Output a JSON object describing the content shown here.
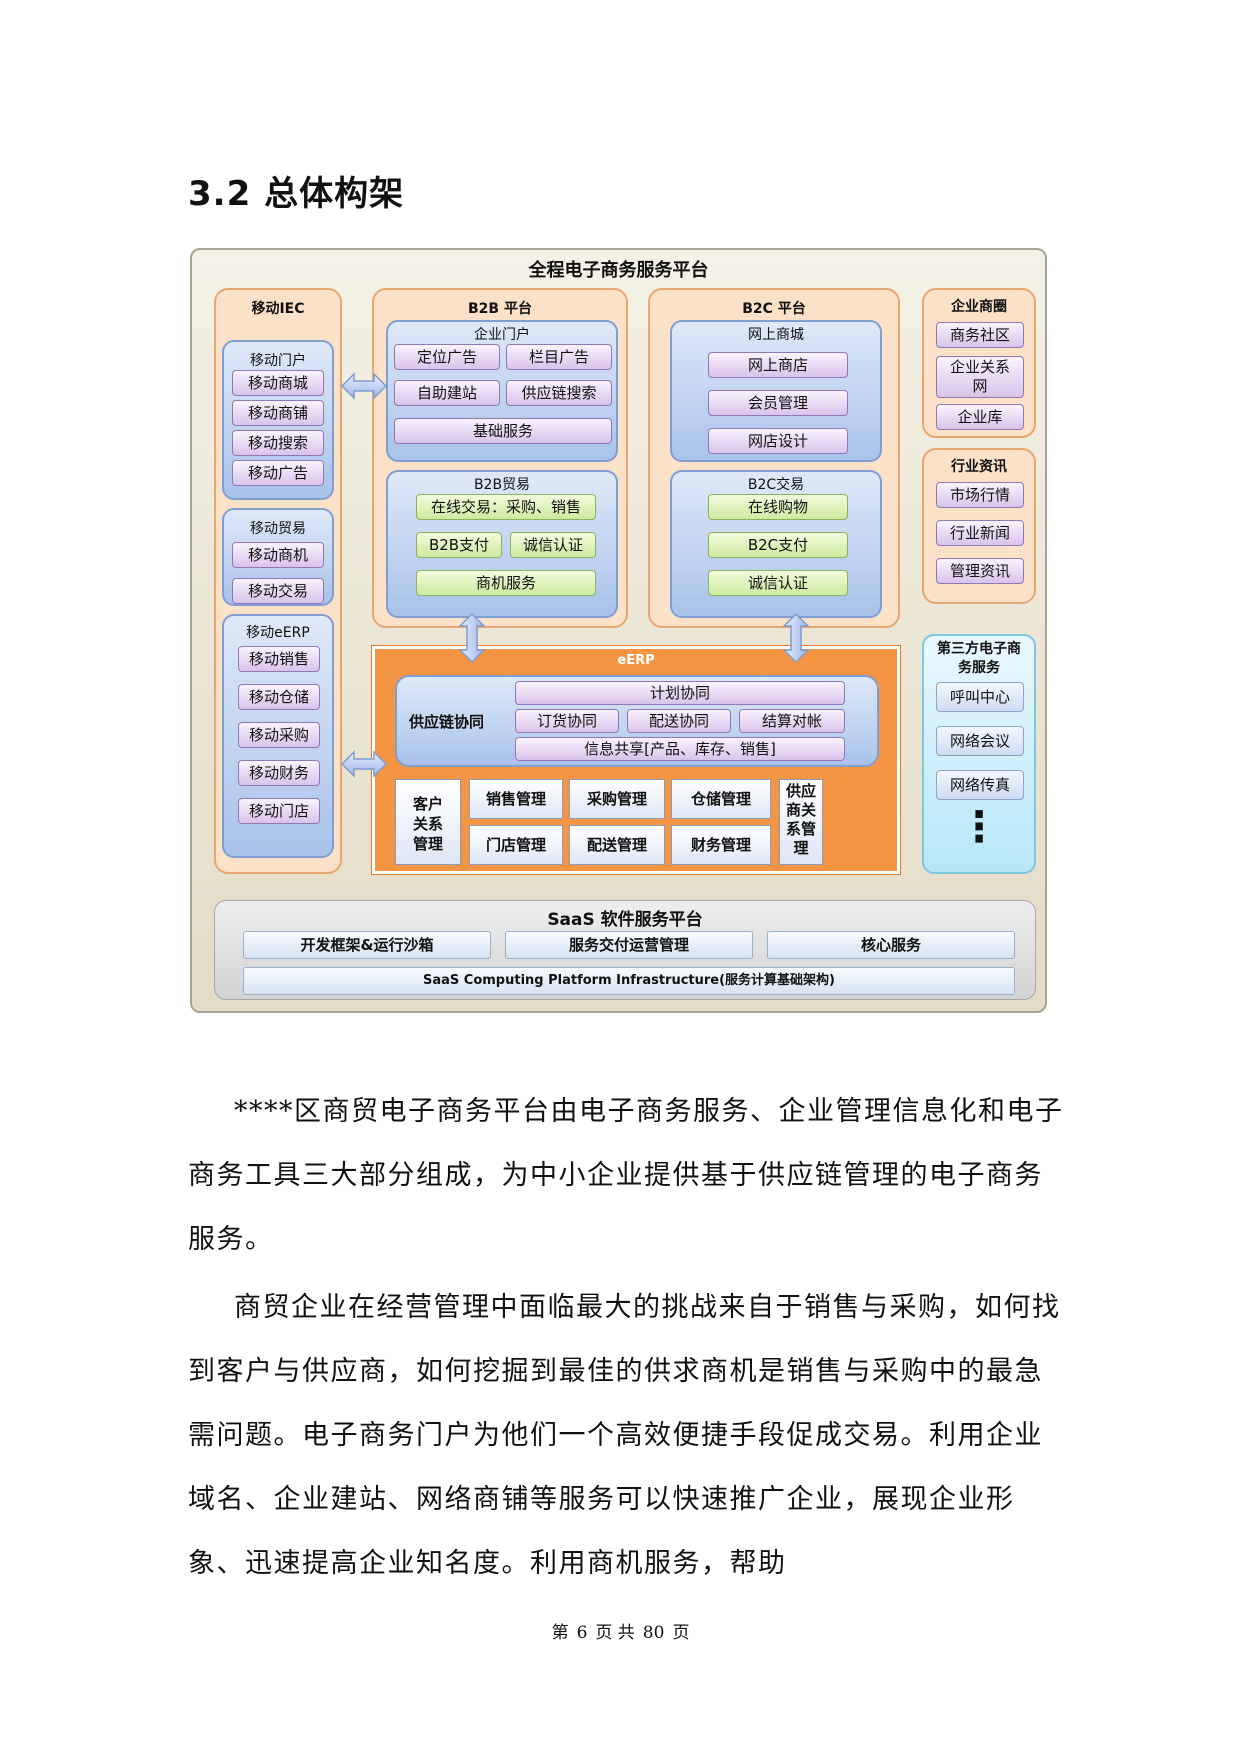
{
  "heading": "3.2 总体构架",
  "diagram": {
    "title": "全程电子商务服务平台",
    "mobile": {
      "title": "移动IEC",
      "portal": {
        "title": "移动门户",
        "items": [
          "移动商城",
          "移动商铺",
          "移动搜索",
          "移动广告"
        ]
      },
      "trade": {
        "title": "移动贸易",
        "items": [
          "移动商机",
          "移动交易"
        ]
      },
      "eerp": {
        "title": "移动eERP",
        "items": [
          "移动销售",
          "移动仓储",
          "移动采购",
          "移动财务",
          "移动门店"
        ]
      }
    },
    "b2b": {
      "title": "B2B 平台",
      "portal": {
        "title": "企业门户",
        "items": [
          "定位广告",
          "栏目广告",
          "自助建站",
          "供应链搜索",
          "基础服务"
        ]
      },
      "trade": {
        "title": "B2B贸易",
        "items": [
          "在线交易：采购、销售",
          "B2B支付",
          "诚信认证",
          "商机服务"
        ]
      }
    },
    "b2c": {
      "title": "B2C 平台",
      "mall": {
        "title": "网上商城",
        "items": [
          "网上商店",
          "会员管理",
          "网店设计"
        ]
      },
      "trade": {
        "title": "B2C交易",
        "items": [
          "在线购物",
          "B2C支付",
          "诚信认证"
        ]
      }
    },
    "circle": {
      "title": "企业商圈",
      "items": [
        "商务社区",
        "企业关系网",
        "企业库"
      ]
    },
    "news": {
      "title": "行业资讯",
      "items": [
        "市场行情",
        "行业新闻",
        "管理资讯"
      ]
    },
    "third": {
      "title": "第三方电子商务服务",
      "items": [
        "呼叫中心",
        "网络会议",
        "网络传真"
      ],
      "more": "⋮"
    },
    "erp": {
      "title": "eERP",
      "supply_chain": {
        "title": "供应链协同",
        "plan": "计划协同",
        "order": "订货协同",
        "delivery": "配送协同",
        "settle": "结算对帐",
        "share": "信息共享[产品、库存、销售]"
      },
      "crm": "客户关系管理",
      "srm": "供应商关系管理",
      "modules": [
        "销售管理",
        "采购管理",
        "仓储管理",
        "门店管理",
        "配送管理",
        "财务管理"
      ]
    },
    "saas": {
      "title": "SaaS 软件服务平台",
      "items": [
        "开发框架&运行沙箱",
        "服务交付运营管理",
        "核心服务"
      ],
      "infra": "SaaS Computing Platform Infrastructure(服务计算基础架构)"
    }
  },
  "paragraphs": [
    "****区商贸电子商务平台由电子商务服务、企业管理信息化和电子商务工具三大部分组成，为中小企业提供基于供应链管理的电子商务服务。",
    "商贸企业在经营管理中面临最大的挑战来自于销售与采购，如何找到客户与供应商，如何挖掘到最佳的供求商机是销售与采购中的最急需问题。电子商务门户为他们一个高效便捷手段促成交易。利用企业域名、企业建站、网络商铺等服务可以快速推广企业，展现企业形象、迅速提高企业知名度。利用商机服务，帮助"
  ],
  "footer": {
    "prefix": "第",
    "page": "6",
    "mid": "页 共",
    "total": "80",
    "suffix": "页"
  }
}
